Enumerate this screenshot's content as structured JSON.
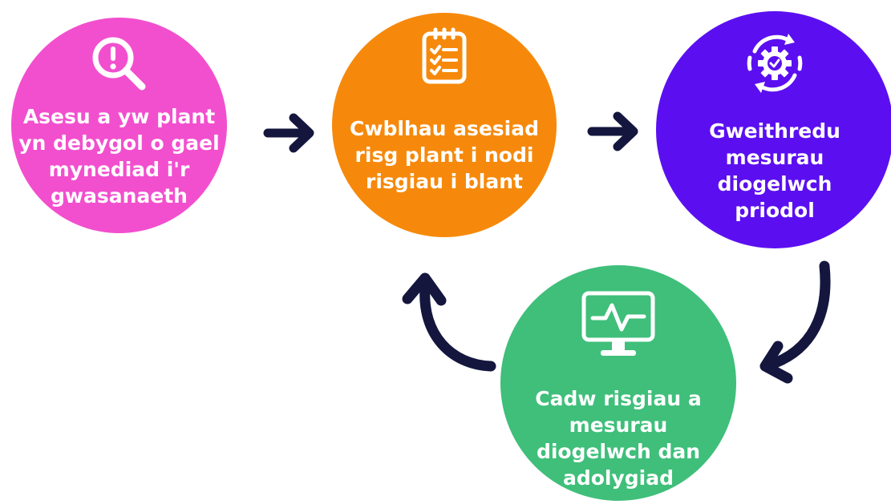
{
  "colors": {
    "pink": "#f24fce",
    "orange": "#f6890b",
    "purple": "#5b0ff0",
    "green": "#3fbf7a",
    "arrow": "#14163e"
  },
  "steps": [
    {
      "label": "Asesu a yw plant\nyn debygol o gael\nmynediad i'r\ngwasanaeth",
      "icon": "magnifier-exclamation-icon",
      "color": "#f24fce"
    },
    {
      "label": "Cwblhau asesiad\nrisg plant i nodi\nrisgiau i blant",
      "icon": "checklist-clipboard-icon",
      "color": "#f6890b"
    },
    {
      "label": "Gweithredu\nmesurau\ndiogelwch\npriodol",
      "icon": "gear-cycle-icon",
      "color": "#5b0ff0"
    },
    {
      "label": "Cadw risgiau a\nmesurau\ndiogelwch dan\nadolygiad",
      "icon": "monitor-pulse-icon",
      "color": "#3fbf7a"
    }
  ]
}
